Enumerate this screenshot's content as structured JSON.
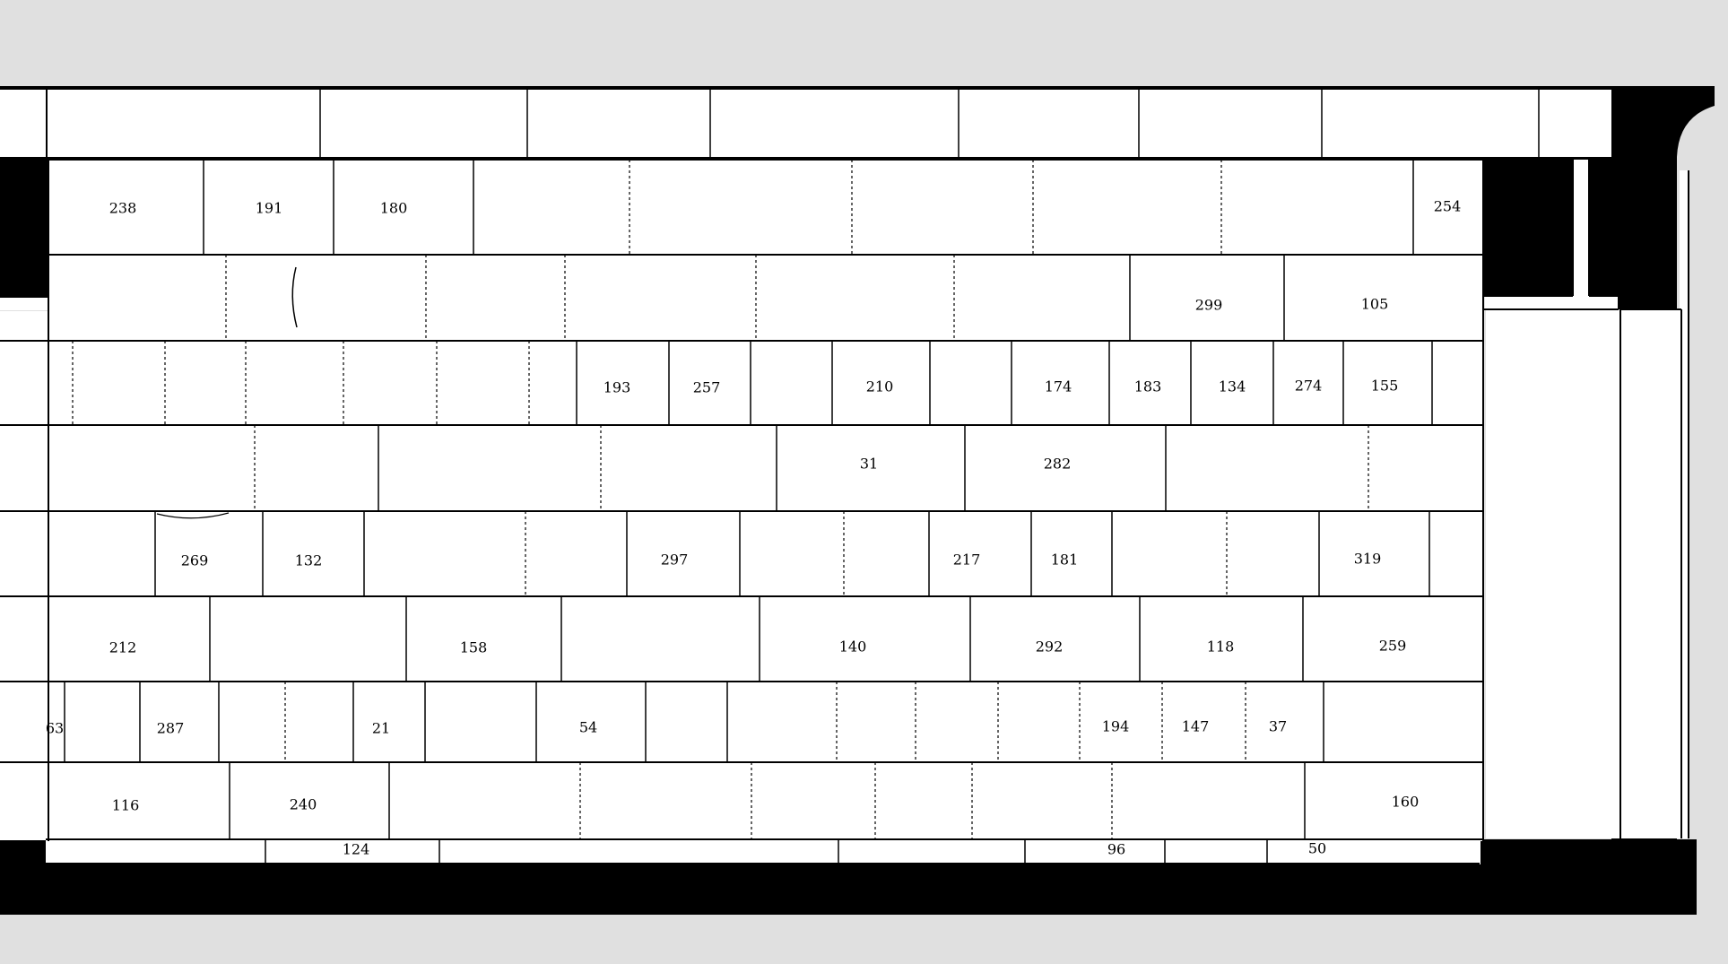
{
  "stones": [
    {
      "id": "238"
    },
    {
      "id": "191"
    },
    {
      "id": "180"
    },
    {
      "id": "254"
    },
    {
      "id": "299"
    },
    {
      "id": "105"
    },
    {
      "id": "193"
    },
    {
      "id": "257"
    },
    {
      "id": "210"
    },
    {
      "id": "174"
    },
    {
      "id": "183"
    },
    {
      "id": "134"
    },
    {
      "id": "274"
    },
    {
      "id": "155"
    },
    {
      "id": "31"
    },
    {
      "id": "282"
    },
    {
      "id": "269"
    },
    {
      "id": "132"
    },
    {
      "id": "297"
    },
    {
      "id": "217"
    },
    {
      "id": "181"
    },
    {
      "id": "319"
    },
    {
      "id": "212"
    },
    {
      "id": "158"
    },
    {
      "id": "140"
    },
    {
      "id": "292"
    },
    {
      "id": "118"
    },
    {
      "id": "259"
    },
    {
      "id": "63"
    },
    {
      "id": "287"
    },
    {
      "id": "21"
    },
    {
      "id": "54"
    },
    {
      "id": "194"
    },
    {
      "id": "147"
    },
    {
      "id": "37"
    },
    {
      "id": "116"
    },
    {
      "id": "240"
    },
    {
      "id": "160"
    },
    {
      "id": "124"
    },
    {
      "id": "96"
    },
    {
      "id": "50"
    }
  ]
}
